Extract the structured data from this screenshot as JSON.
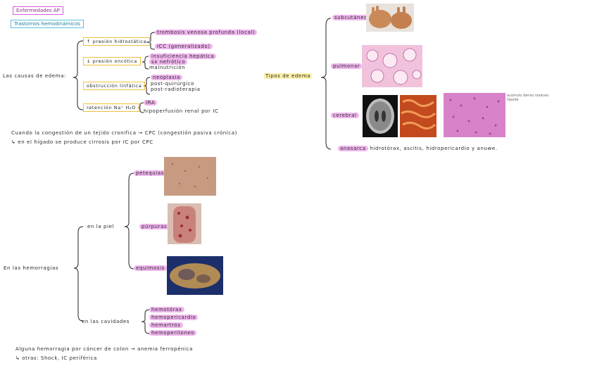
{
  "header": {
    "title": "Enfermedades AP",
    "subtitle": "Trastornos hemodinámicos"
  },
  "edema_causes": {
    "root": "Las causas de edema:",
    "categories": [
      {
        "label": "↑ presión hidrostática",
        "items": [
          "trombosis venosa profunda (local)",
          "ICC (generalizado)"
        ]
      },
      {
        "label": "↓ presión oncótica",
        "items": [
          "insuficiencia hepática",
          "sx nefrótico",
          "malnutrición"
        ]
      },
      {
        "label": "obstrucción linfática",
        "items": [
          "neoplasia",
          "post-quirúrgico",
          "post-radioterapia"
        ]
      },
      {
        "label": "retención Na⁺ H₂O",
        "items": [
          "IRA",
          "hipoperfusión renal por IC"
        ]
      }
    ]
  },
  "congestion": {
    "line1": "Cuando la congestión de un tejido cronifica → CPC (congestión pasiva crónica)",
    "line2": "↳ en el hígado se produce cirrosis por IC por CPC"
  },
  "edema_types": {
    "root": "Tipos de edema",
    "items": [
      "subcutáneo",
      "pulmonar",
      "cerebral",
      "anasarca"
    ],
    "anasarca_desc": "hidrotórax, ascitis, hidropericardio y anuwe.",
    "side_note": "acúmulo denso rosáceo líquido"
  },
  "hemorrhages": {
    "root": "En las hemorragias",
    "skin": {
      "label": "en la piel",
      "items": [
        "petequias",
        "púrpuras",
        "equimosis"
      ]
    },
    "cavities": {
      "label": "en las cavidades",
      "items": [
        "hemotórax",
        "hemopericardio",
        "hemartros",
        "hemoperitoneo"
      ]
    }
  },
  "footer": {
    "line1": "Alguna hemorragia por cáncer de colon → anemia ferropénica",
    "line2": "↳ otras: Shock, IC periférica"
  }
}
